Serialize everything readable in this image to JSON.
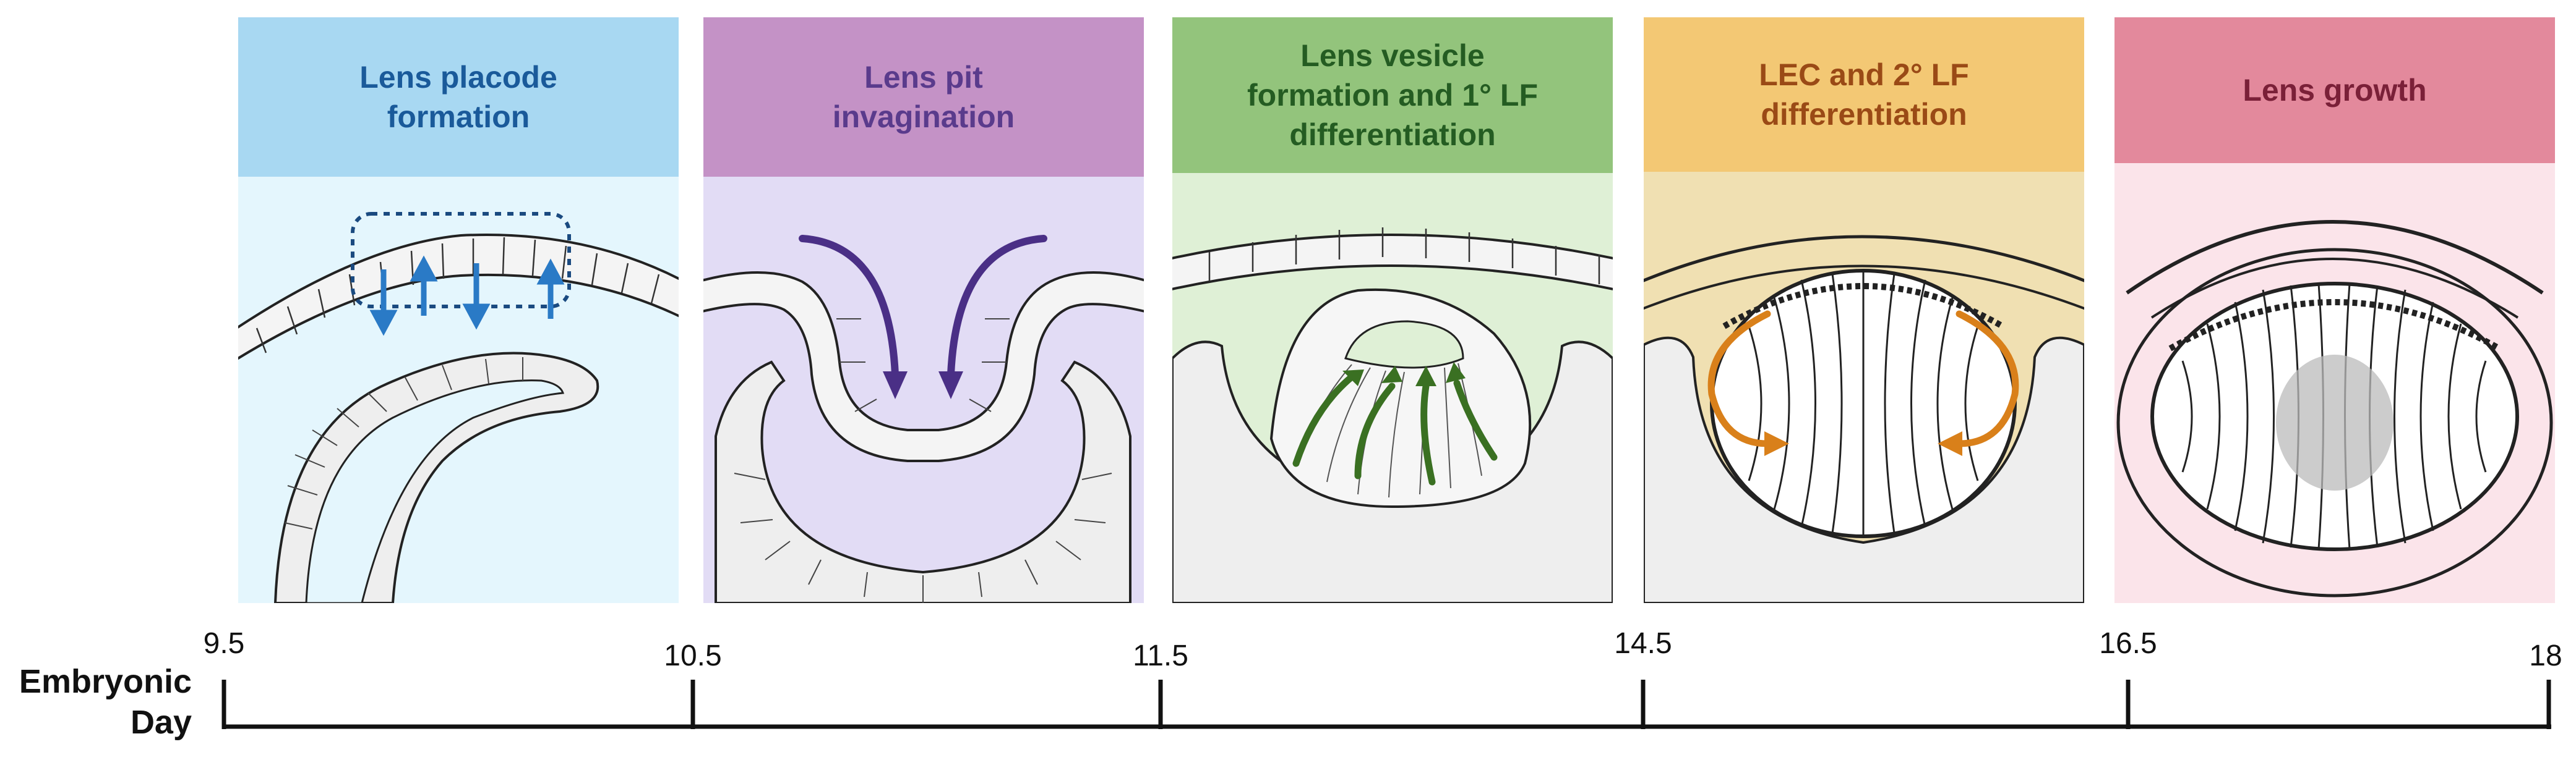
{
  "panels": [
    {
      "title": "Lens placode\nformation",
      "header_bg": "#a8d8f2",
      "body_bg": "#e4f6fd",
      "title_color": "#1a5a9a",
      "arrow_color": "#2a7ac6"
    },
    {
      "title": "Lens pit\ninvagination",
      "header_bg": "#c492c6",
      "body_bg": "#e2dcf5",
      "title_color": "#5a3b8c",
      "arrow_color": "#4a2f86"
    },
    {
      "title": "Lens vesicle\nformation and 1° LF\ndifferentiation",
      "header_bg": "#93c47c",
      "body_bg": "#dff0d6",
      "title_color": "#245c22",
      "arrow_color": "#3a7022"
    },
    {
      "title": "LEC and 2° LF\ndifferentiation",
      "header_bg": "#f3c874",
      "body_bg": "#f0e0b2",
      "title_color": "#9a4a16",
      "arrow_color": "#d9801a"
    },
    {
      "title": "Lens growth",
      "header_bg": "#e3899c",
      "body_bg": "#fbe4ea",
      "title_color": "#7a2038",
      "arrow_color": "#888888"
    }
  ],
  "timeline": {
    "axis_title": "Embryonic\nDay",
    "ticks": [
      "9.5",
      "10.5",
      "11.5",
      "14.5",
      "16.5",
      "18"
    ]
  }
}
